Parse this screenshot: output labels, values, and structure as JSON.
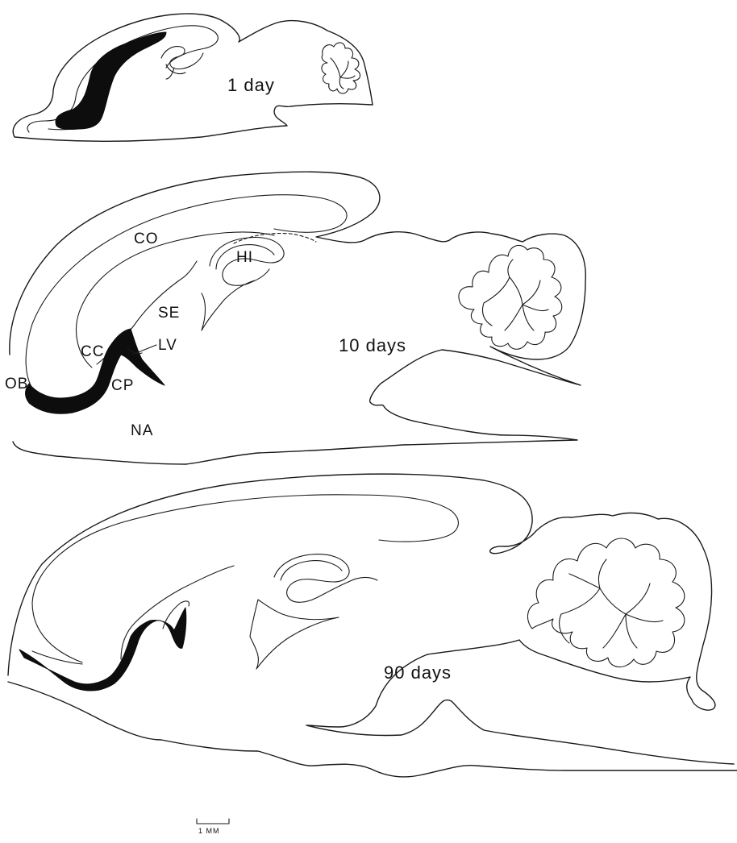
{
  "panels": [
    {
      "age_label": "1 day"
    },
    {
      "age_label": "10 days"
    },
    {
      "age_label": "90 days"
    }
  ],
  "structure_labels": {
    "co": "CO",
    "hi": "HI",
    "se": "SE",
    "cc": "CC",
    "lv": "LV",
    "ob": "OB",
    "cp": "CP",
    "na": "NA"
  },
  "scale_bar": {
    "label": "1 MM"
  },
  "colors": {
    "line": "#1a1a1a",
    "ventricle_fill": "#0d0d0d",
    "background": "#ffffff"
  }
}
